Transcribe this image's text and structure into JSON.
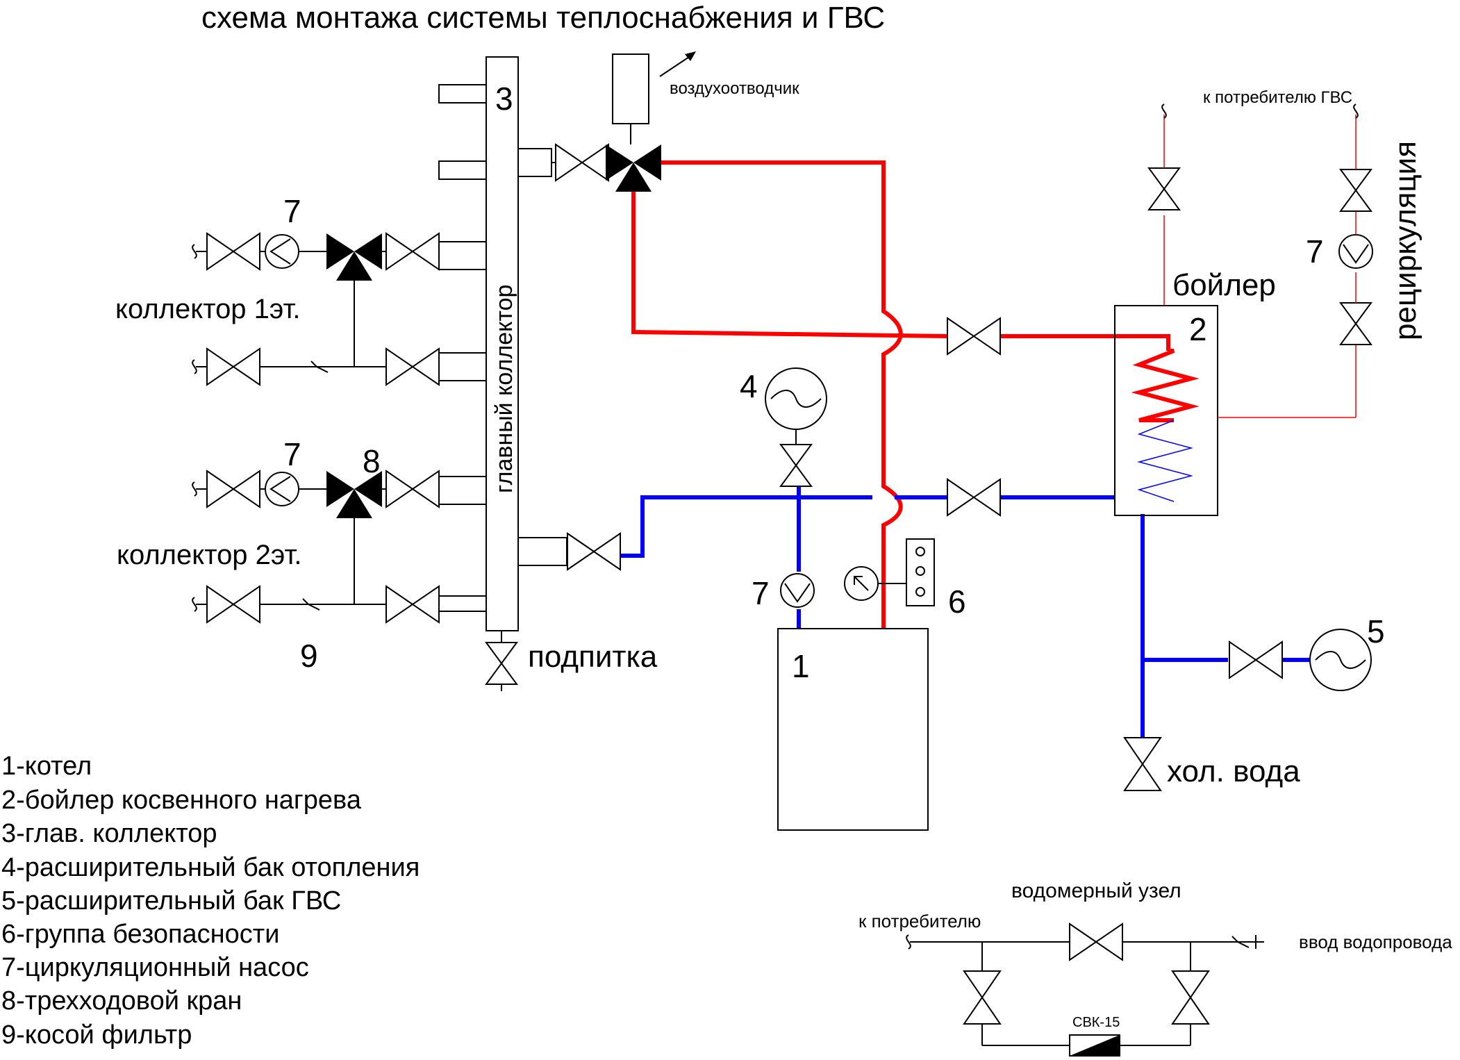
{
  "title": "схема монтажа системы теплоснабжения и ГВС",
  "colors": {
    "supply": "#ff0000",
    "return": "#0000ff",
    "line": "#000000",
    "background": "#ffffff"
  },
  "labels": {
    "air_vent": "воздухоотводчик",
    "to_dhw_consumer": "к потребителю ГВС",
    "recirculation": "рециркуляция",
    "boiler": "бойлер",
    "main_collector": "главный коллектор",
    "collector_1": "коллектор 1эт.",
    "collector_2": "коллектор 2эт.",
    "makeup": "подпитка",
    "cold_water": "хол. вода",
    "water_meter_unit": "водомерный узел",
    "to_consumer": "к потребителю",
    "water_inlet": "ввод водопровода",
    "meter": "СВК-15"
  },
  "numbers": {
    "n1": "1",
    "n2": "2",
    "n3": "3",
    "n4": "4",
    "n5": "5",
    "n6": "6",
    "n7a": "7",
    "n7b": "7",
    "n7c": "7",
    "n7d": "7",
    "n8": "8",
    "n9": "9"
  },
  "legend": [
    "1-котел",
    "2-бойлер косвенного нагрева",
    "3-глав. коллектор",
    "4-расширительный бак отопления",
    "5-расширительный бак ГВС",
    "6-группа безопасности",
    "7-циркуляционный насос",
    "8-трехходовой кран",
    "9-косой фильтр"
  ]
}
